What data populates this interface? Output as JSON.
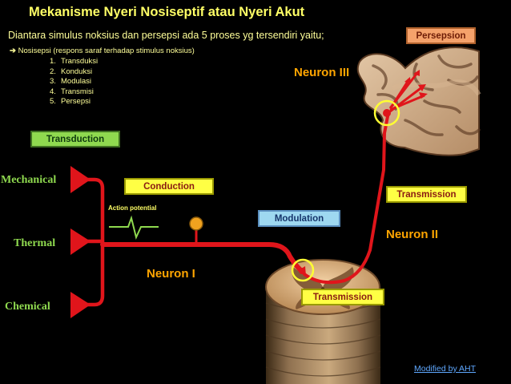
{
  "title": "Mekanisme Nyeri Nosiseptif atau Nyeri Akut",
  "subtitle": "Diantara simulus noksius dan persepsi ada 5 proses yg tersendiri yaitu;",
  "nosisepsi": "Nosisepsi (respons saraf terhadap stimulus noksius)",
  "arrow_icon": "right-arrow-icon",
  "processes": [
    {
      "num": "1.",
      "label": "Transduksi"
    },
    {
      "num": "2.",
      "label": "Konduksi"
    },
    {
      "num": "3.",
      "label": "Modulasi"
    },
    {
      "num": "4.",
      "label": "Transmisi"
    },
    {
      "num": "5.",
      "label": "Persepsi"
    }
  ],
  "stages": {
    "transduction": "Transduction",
    "conduction": "Conduction",
    "modulation": "Modulation",
    "transmission_upper": "Transmission",
    "transmission_lower": "Transmission",
    "persepsion": "Persepsion"
  },
  "stimuli": {
    "mechanical": "Mechanical",
    "thermal": "Thermal",
    "chemical": "Chemical"
  },
  "neurons": {
    "neuron_1": "Neuron I",
    "neuron_2": "Neuron II",
    "neuron_3": "Neuron III"
  },
  "action_potential": "Action potential",
  "credit": "Modified by AHT",
  "colors": {
    "background": "#000000",
    "pathway": "#e0151b",
    "title": "#ffff66",
    "neuron_label": "#ffa500",
    "stimulus_label": "#8fd94f",
    "transduction_box": "#8fd94f",
    "conduction_box": "#ffff44",
    "modulation_box": "#9ed8f0",
    "persepsion_box": "#f5a26b",
    "credit": "#5fa8ff",
    "highlight_ring": "#ffff33"
  }
}
